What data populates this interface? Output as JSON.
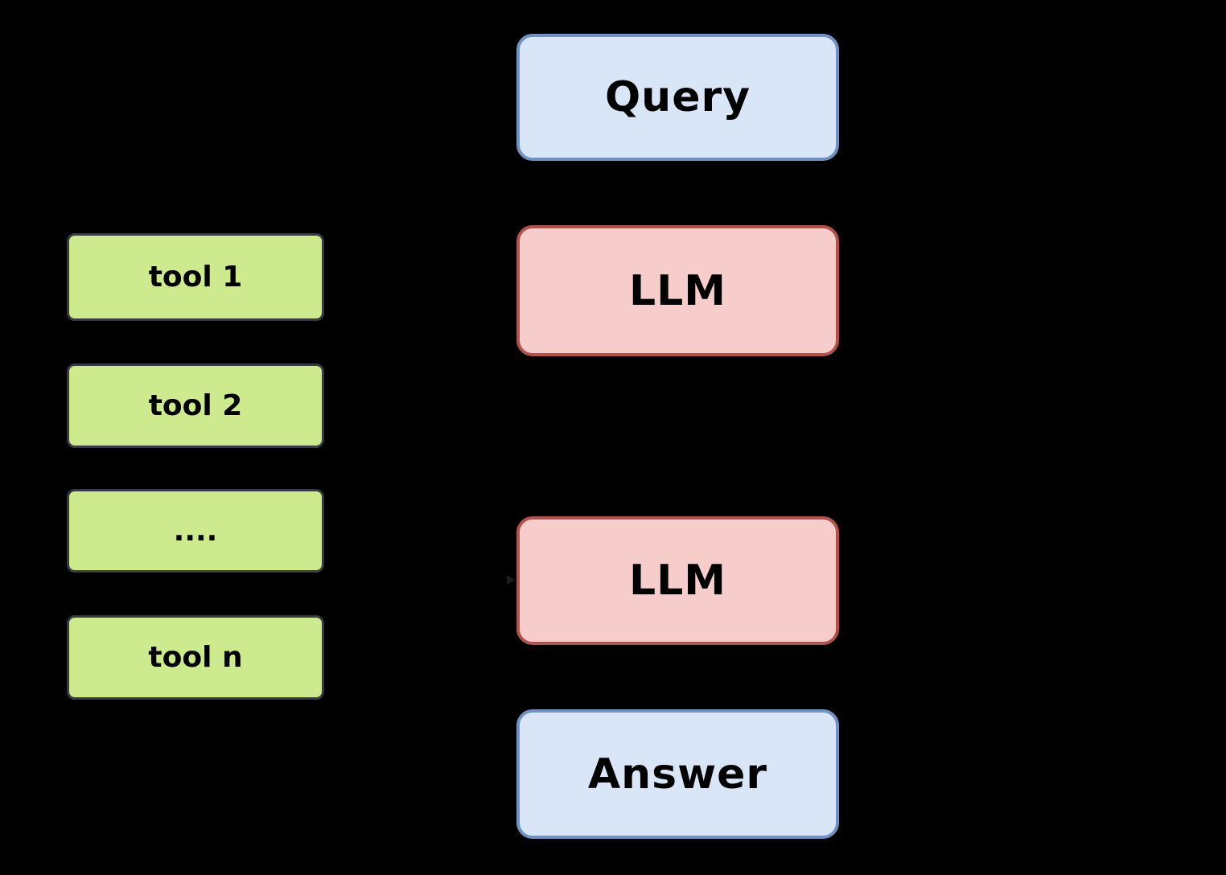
{
  "canvas": {
    "background": "#000000"
  },
  "tools": {
    "fill": "#cdea8f",
    "border_color": "#363b41",
    "text_color": "#000000",
    "items": [
      {
        "label": "tool 1"
      },
      {
        "label": "tool 2"
      },
      {
        "label": "...."
      },
      {
        "label": "tool n"
      }
    ]
  },
  "flow": {
    "text_color": "#000000",
    "nodes": [
      {
        "label": "Query",
        "fill": "#d9e6f8",
        "border_color": "#7191c2"
      },
      {
        "label": "LLM",
        "fill": "#f6cdca",
        "border_color": "#b0524d"
      },
      {
        "label": "LLM",
        "fill": "#f6cdca",
        "border_color": "#b0524d"
      },
      {
        "label": "Answer",
        "fill": "#d9e6f8",
        "border_color": "#7191c2"
      }
    ]
  }
}
